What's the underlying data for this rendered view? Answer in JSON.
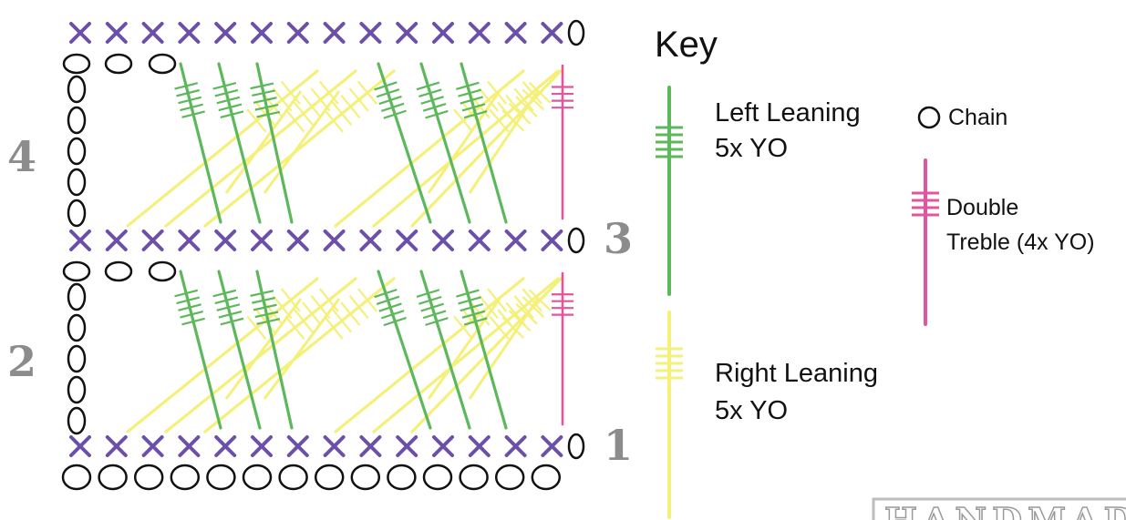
{
  "colors": {
    "single_crochet": "#6b4fa8",
    "chain": "#111111",
    "left_leaning": "#5db85c",
    "right_leaning": "#f4f07a",
    "double_treble": "#e0559e",
    "row_number": "#8c8c8c"
  },
  "row_numbers": [
    "1",
    "2",
    "3",
    "4"
  ],
  "key": {
    "title": "Key",
    "left_leaning": {
      "line1": "Left Leaning",
      "line2": "5x YO",
      "yarn_overs": 5
    },
    "right_leaning": {
      "line1": "Right Leaning",
      "line2": "5x YO",
      "yarn_overs": 5
    },
    "chain": {
      "label": "Chain"
    },
    "double_treble": {
      "line1": "Double",
      "line2": "Treble (4x YO)",
      "yarn_overs": 4
    }
  },
  "watermark_text": "HANDMADE"
}
